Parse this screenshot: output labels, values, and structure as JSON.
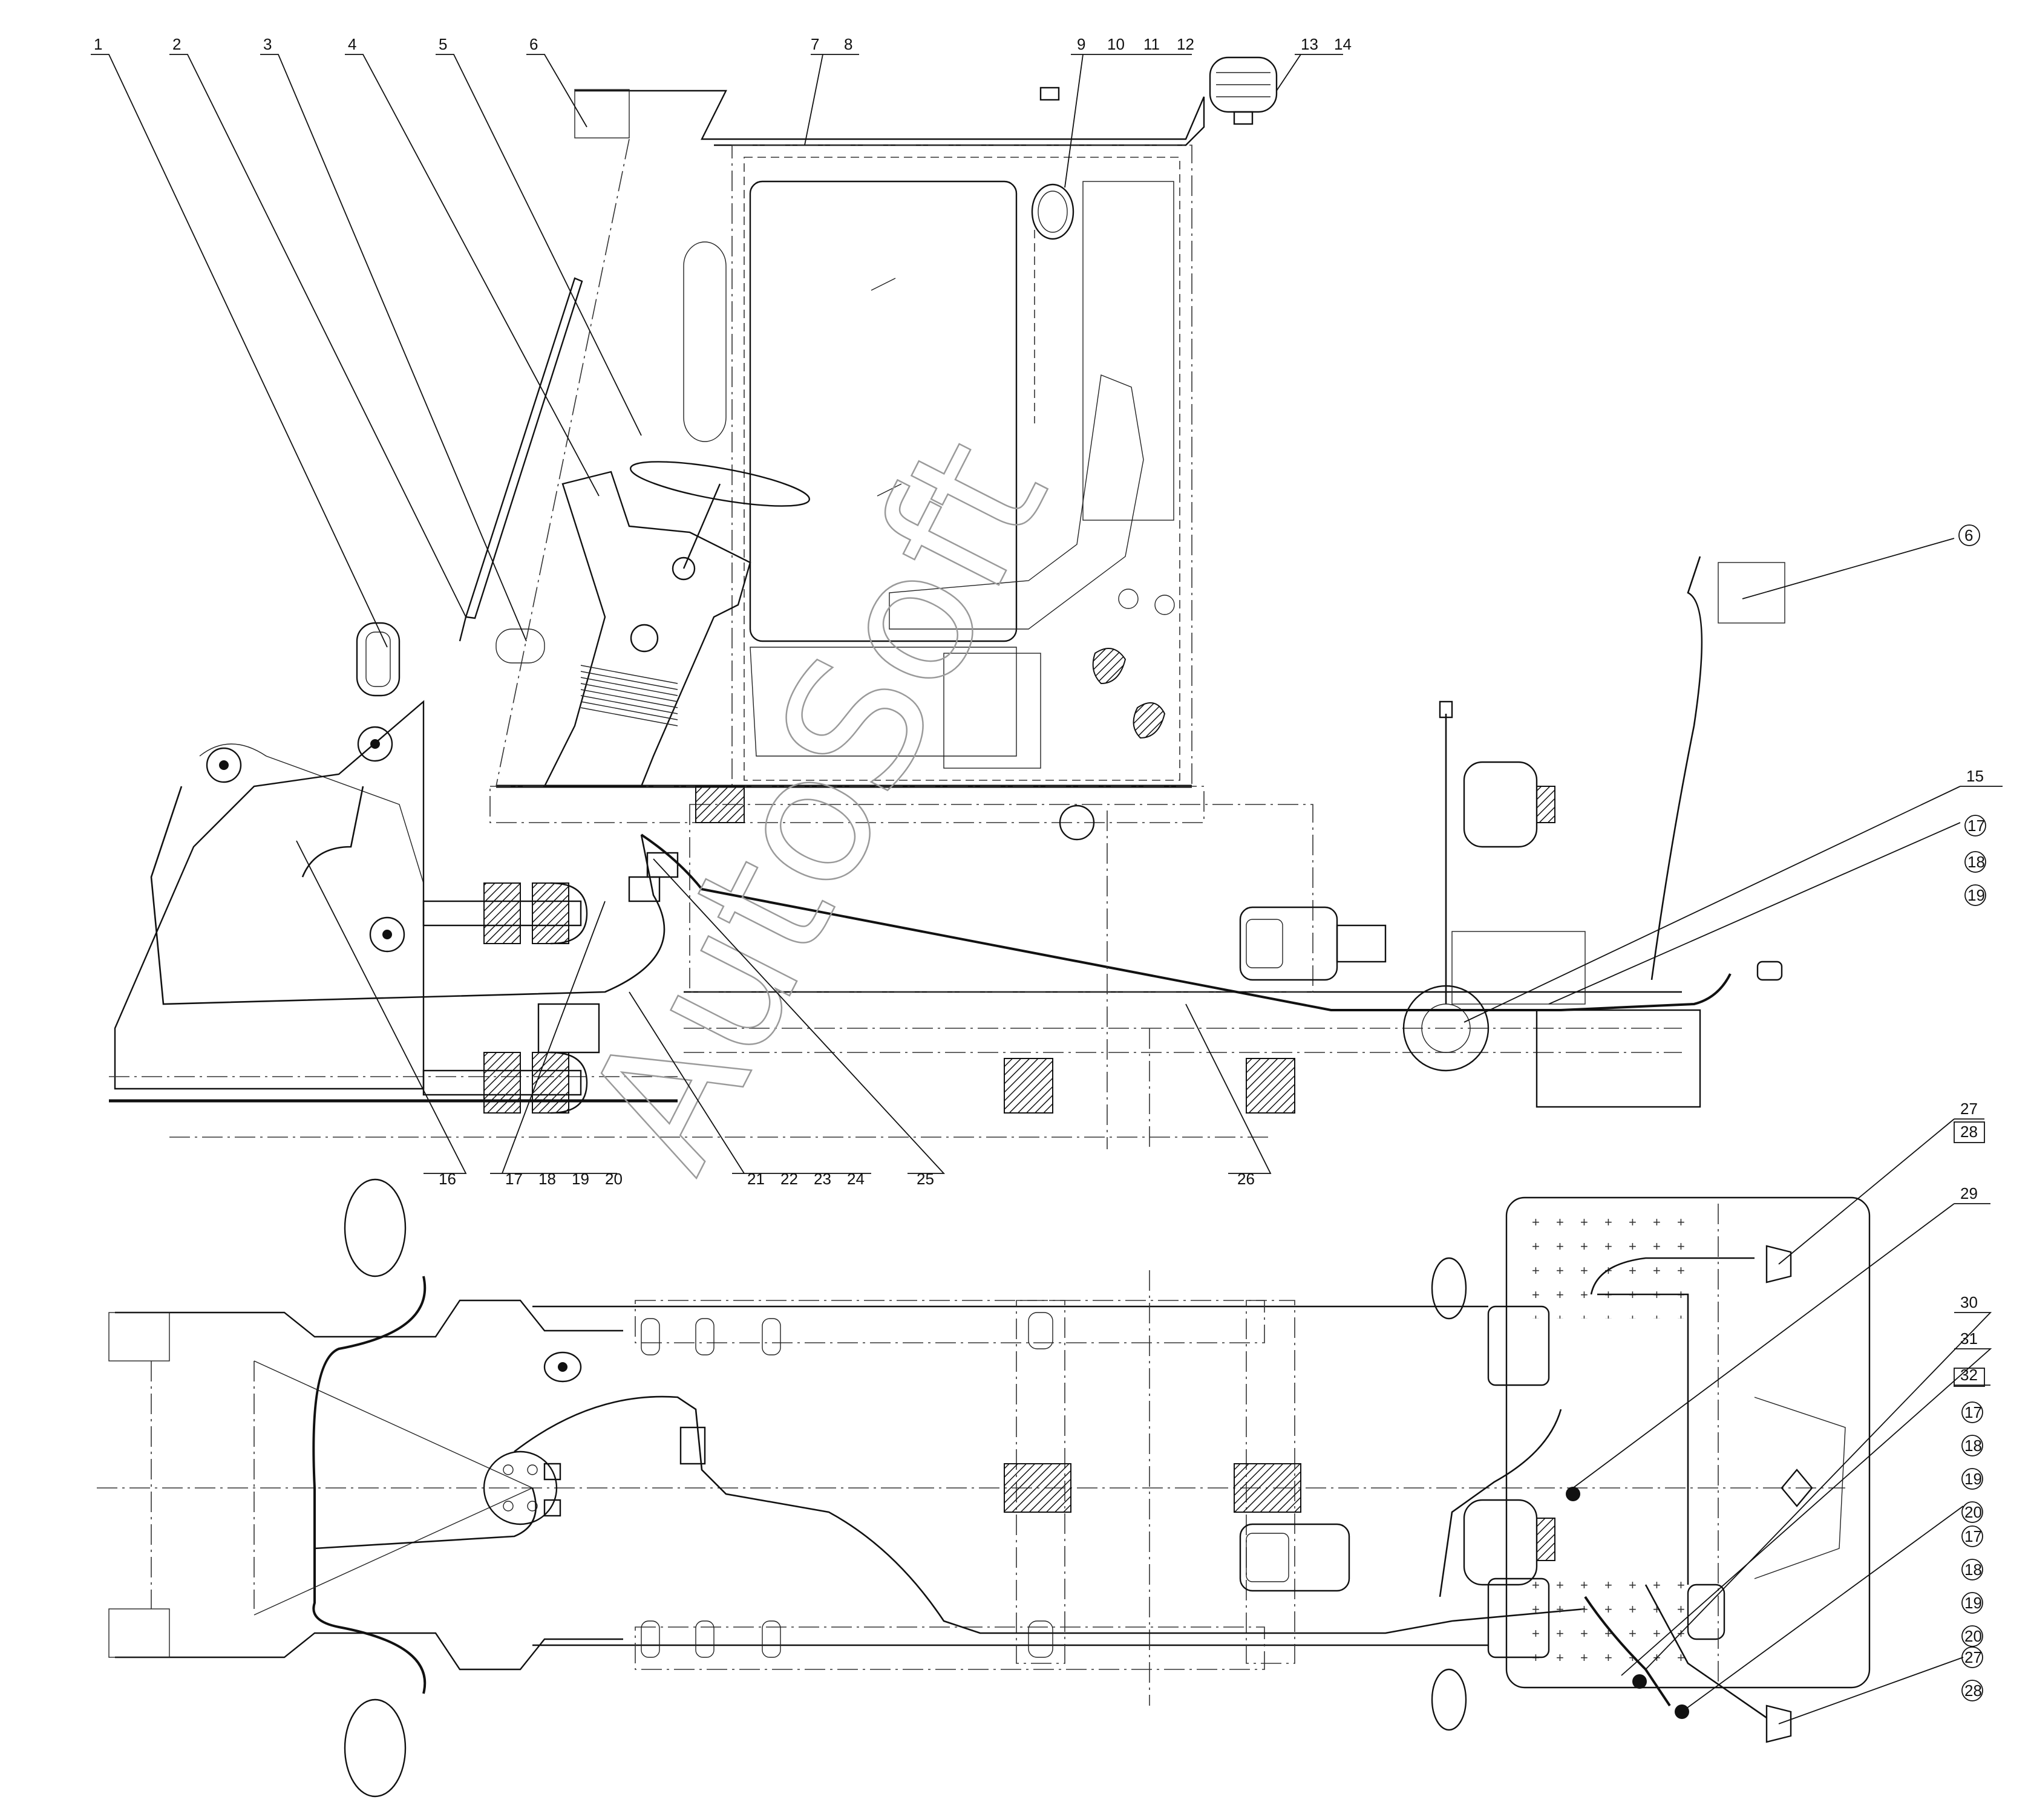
{
  "watermark": "AutoSoft",
  "callouts_top": {
    "c1": "1",
    "c2": "2",
    "c3": "3",
    "c4": "4",
    "c5": "5",
    "c6": "6",
    "c7": "7",
    "c8": "8",
    "c9": "9",
    "c10": "10",
    "c11": "11",
    "c12": "12",
    "c13": "13",
    "c14": "14",
    "c15": "15",
    "c16": "16",
    "c17": "17",
    "c18": "18",
    "c19": "19",
    "c20": "20",
    "c21": "21",
    "c22": "22",
    "c23": "23",
    "c24": "24",
    "c25": "25",
    "c26": "26"
  },
  "callouts_circled_top": {
    "o6": "6",
    "o17": "17",
    "o18": "18",
    "o19": "19"
  },
  "callouts_bottom": {
    "c27": "27",
    "c28": "28",
    "c29": "29",
    "c30": "30",
    "c31": "31",
    "c32": "32"
  },
  "callouts_circled_bottom": {
    "a17": "17",
    "a18": "18",
    "a19": "19",
    "a20": "20",
    "b17": "17",
    "b18": "18",
    "b19": "19",
    "b20": "20",
    "d27": "27",
    "d28": "28"
  },
  "icons": [
    "flasher-lamp-icon",
    "mirror-icon",
    "steering-wheel-icon",
    "horn-icon",
    "starter-motor-icon",
    "generator-icon",
    "tail-lamp-icon",
    "battery-icon"
  ]
}
